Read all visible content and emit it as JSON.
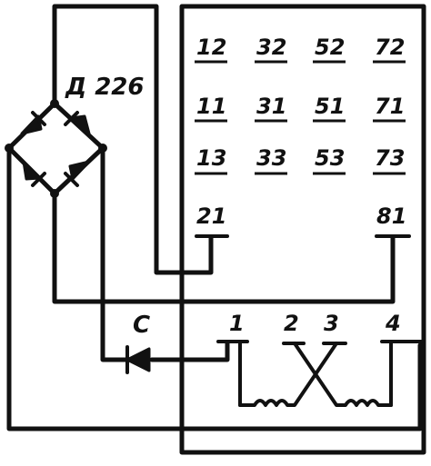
{
  "bridge": {
    "label": "Д 226"
  },
  "diode": {
    "label": "C"
  },
  "pins": {
    "p12": "12",
    "p32": "32",
    "p52": "52",
    "p72": "72",
    "p11": "11",
    "p31": "31",
    "p51": "51",
    "p71": "71",
    "p13": "13",
    "p33": "33",
    "p53": "53",
    "p73": "73",
    "p21": "21",
    "p81": "81"
  },
  "coil_terminals": [
    "1",
    "2",
    "3",
    "4"
  ]
}
